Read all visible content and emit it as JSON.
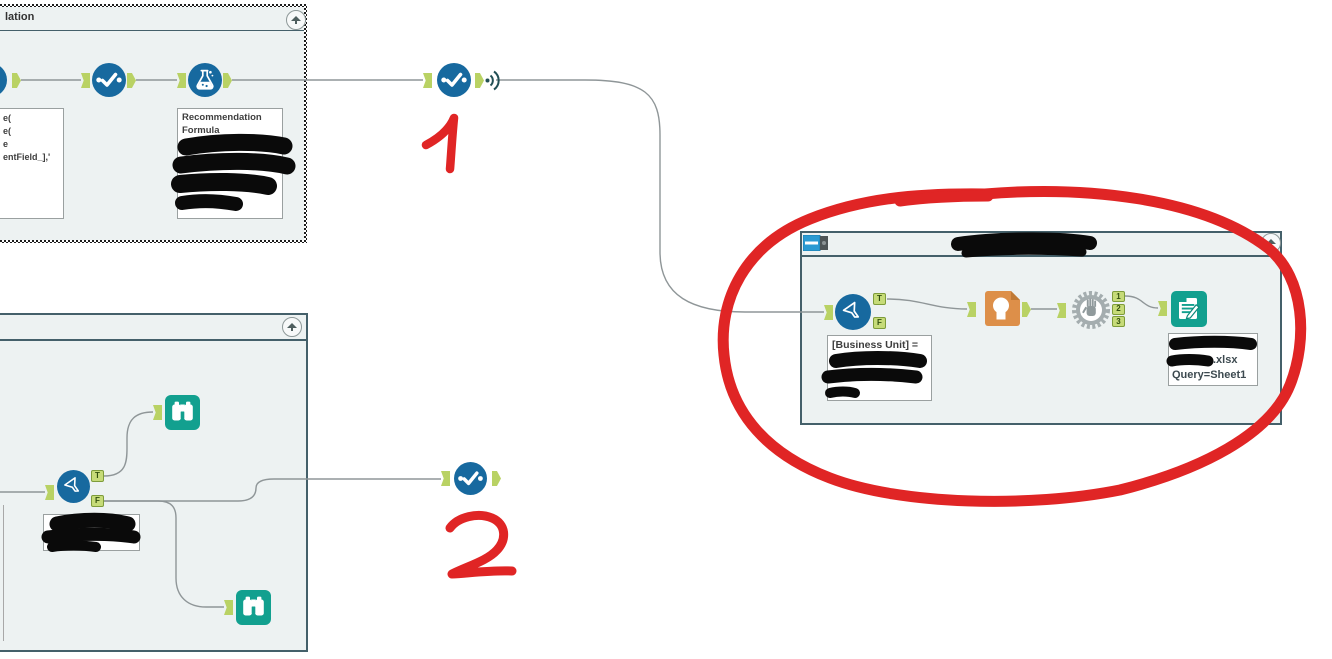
{
  "containers": {
    "top_left": {
      "title_fragment": "lation"
    },
    "bottom_left": {
      "title_fragment": ""
    },
    "right": {
      "title_redacted": true
    }
  },
  "boxes": {
    "code": {
      "lines": [
        "e(",
        "e(",
        "e",
        "entField_],'"
      ]
    },
    "recommendation": {
      "lines": [
        "Recommendation",
        "Formula"
      ]
    },
    "business_unit": {
      "line1": "[Business Unit] ="
    },
    "output": {
      "xlsx_suffix": ".xlsx",
      "query_line": "Query=Sheet1"
    }
  },
  "anchor_labels": {
    "t": "T",
    "f": "F",
    "n1": "1",
    "n2": "2",
    "n3": "3"
  },
  "red_marks": {
    "label_1": "1",
    "label_2": "2"
  },
  "icons": {
    "tools": [
      "check-dots",
      "formula-flask",
      "filter-funnel",
      "macro-head",
      "block-until-done-hand-gear",
      "browse-binoculars",
      "output-data-sheet"
    ],
    "other": [
      "chevron-up-collapse",
      "wireless-signal",
      "container-header-glyph"
    ]
  },
  "colors": {
    "tool_blue": "#17699f",
    "anchor_green": "#c6db78",
    "teal": "#12a08f",
    "macro_orange": "#dd8f49",
    "gear_gray": "#a4adaf",
    "container_border": "#44606a",
    "container_bg": "#edf2f2",
    "connection_gray": "#8f9698",
    "annotation_red": "#e02525",
    "redaction_black": "#0a0a0a"
  }
}
